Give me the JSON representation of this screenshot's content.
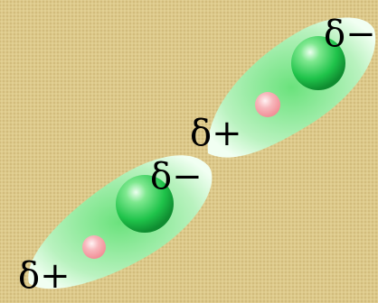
{
  "background": {
    "texture": "woven-burlap",
    "color": "#dcc98a"
  },
  "molecules": [
    {
      "name": "upper-dipole",
      "large_atom_color": "#1fc34a",
      "small_atom_color": "#f28f97",
      "negative_label": "δ−",
      "positive_label": "δ+"
    },
    {
      "name": "lower-dipole",
      "large_atom_color": "#1fc34a",
      "small_atom_color": "#f28f97",
      "negative_label": "δ−",
      "positive_label": "δ+"
    }
  ]
}
